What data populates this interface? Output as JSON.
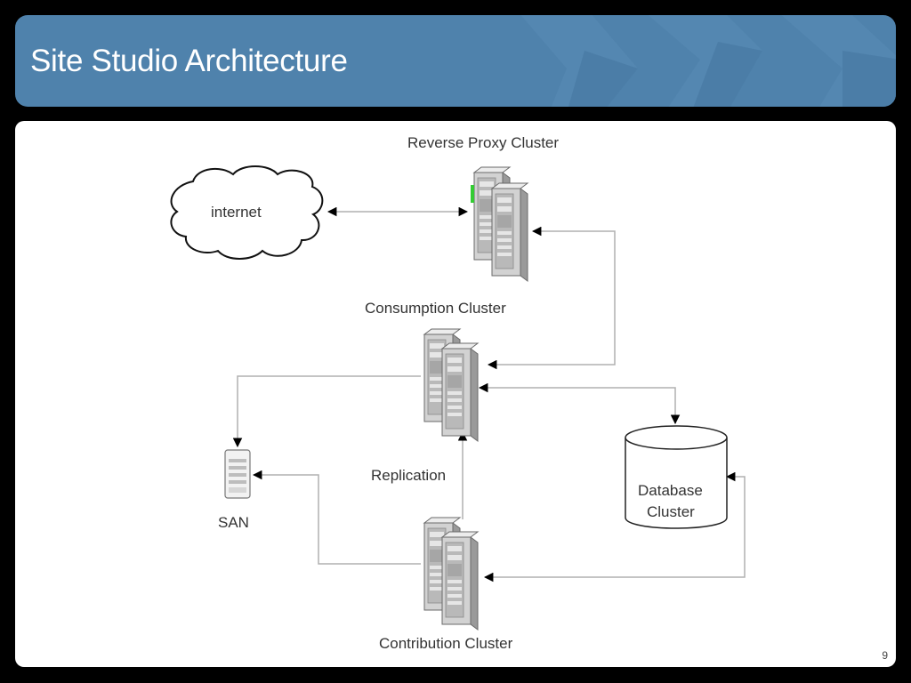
{
  "slide": {
    "title": "Site Studio Architecture",
    "page_number": "9"
  },
  "diagram": {
    "nodes": {
      "internet": "internet",
      "reverse_proxy": "Reverse Proxy Cluster",
      "consumption": "Consumption Cluster",
      "replication": "Replication",
      "san": "SAN",
      "database_line1": "Database",
      "database_line2": "Cluster",
      "contribution": "Contribution Cluster"
    }
  },
  "colors": {
    "title_bar": "#4f82ac",
    "connector": "#b0b0b0",
    "arrowhead": "#000000",
    "server_body": "#c8c8c8"
  }
}
